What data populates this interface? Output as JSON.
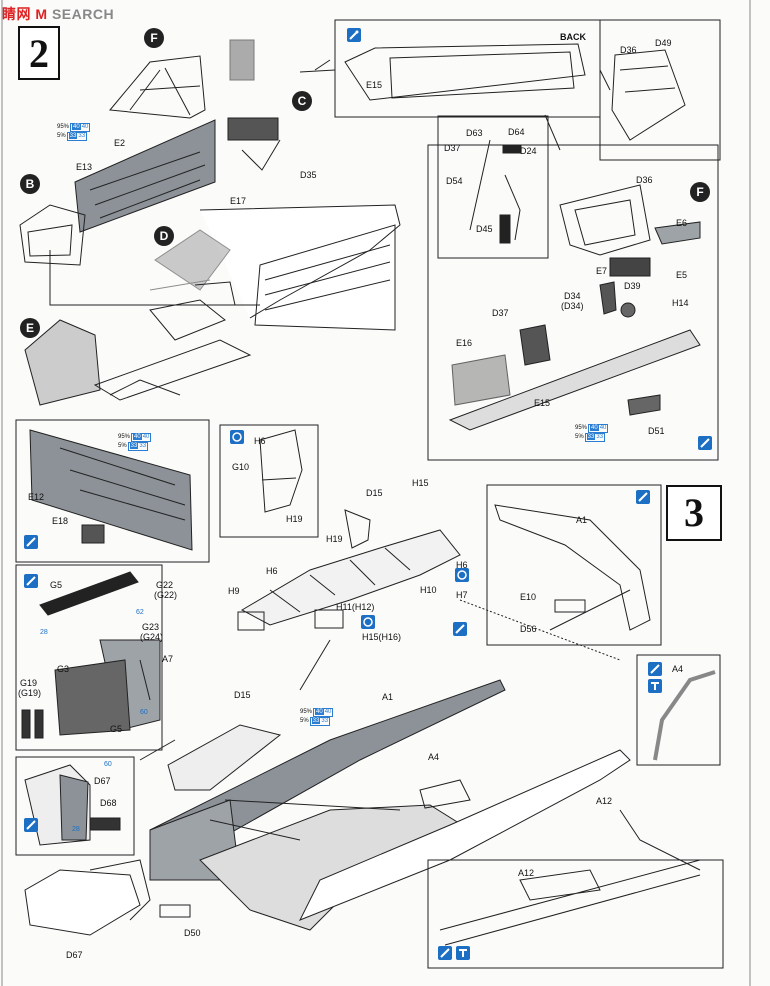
{
  "watermark": {
    "site_cjk": "睛网",
    "site_en": "SEARCH",
    "prefix_text": "M"
  },
  "steps": [
    "2",
    "3"
  ],
  "circle_labels": {
    "F": "F",
    "C": "C",
    "B": "B",
    "D": "D",
    "E": "E"
  },
  "back_label": "BACK",
  "paint_ratio": {
    "p95": "95%",
    "p5": "5%",
    "c40": "40",
    "c33": "33",
    "n40": "40",
    "n33": "33"
  },
  "colors": {
    "accent": "#1d6fc4",
    "ink": "#111111",
    "panel_gray": "#9ea3a8"
  },
  "part_labels": {
    "E2": "E2",
    "E13": "E13",
    "E17": "E17",
    "D35": "D35",
    "E15_top": "E15",
    "D63": "D63",
    "D64": "D64",
    "D37": "D37",
    "D24": "D24",
    "D54": "D54",
    "D45": "D45",
    "D36_a": "D36",
    "D49": "D49",
    "D36_b": "D36",
    "E6": "E6",
    "E7": "E7",
    "E5": "E5",
    "D39": "D39",
    "D34": "D34",
    "D34p": "(D34)",
    "H14": "H14",
    "D37_b": "D37",
    "E16": "E16",
    "E15_b": "E15",
    "D51": "D51",
    "E12": "E12",
    "E18": "E18",
    "H6_a": "H6",
    "G10": "G10",
    "H19_a": "H19",
    "D15_a": "D15",
    "H15": "H15",
    "H19_b": "H19",
    "H6_b": "H6",
    "H10": "H10",
    "H6_c": "H6",
    "H7": "H7",
    "H9": "H9",
    "H11": "H11(H12)",
    "H15b": "H15(H16)",
    "A1_a": "A1",
    "E10": "E10",
    "D56": "D56",
    "A4_a": "A4",
    "G5": "G5",
    "G22": "G22",
    "G22p": "(G22)",
    "G23": "G23",
    "G24p": "(G24)",
    "A7": "A7",
    "G3": "G3",
    "G19": "G19",
    "G19p": "(G19)",
    "G5_b": "G5",
    "D15_b": "D15",
    "A1_b": "A1",
    "A4_b": "A4",
    "A12_a": "A12",
    "D67_a": "D67",
    "D68": "D68",
    "D67_b": "D67",
    "D50": "D50",
    "A12_b": "A12",
    "n28": "28",
    "n60": "60",
    "n62": "62"
  }
}
